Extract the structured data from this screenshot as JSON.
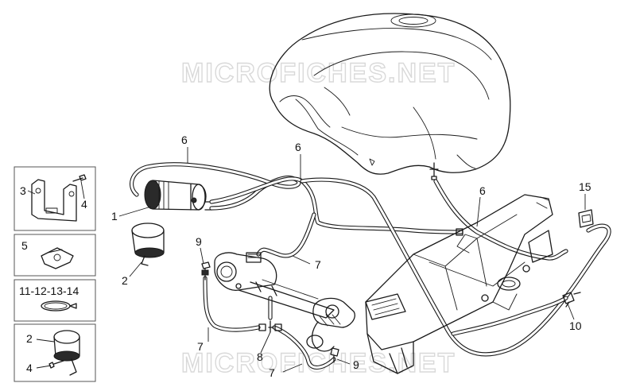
{
  "watermark": "MICROFICHES.NET",
  "callouts": {
    "c1": "1",
    "c2a": "2",
    "c3": "3",
    "c4a": "4",
    "c5": "5",
    "c11_14": "11-12-13-14",
    "c2b": "2",
    "c4b": "4",
    "c6a": "6",
    "c6b": "6",
    "c6c": "6",
    "c7a": "7",
    "c7b": "7",
    "c7c": "7",
    "c8": "8",
    "c9a": "9",
    "c9b": "9",
    "c10": "10",
    "c15": "15"
  },
  "colors": {
    "line": "#1a1a1a",
    "watermark": "#d9d9d9",
    "box_border": "#555555"
  }
}
